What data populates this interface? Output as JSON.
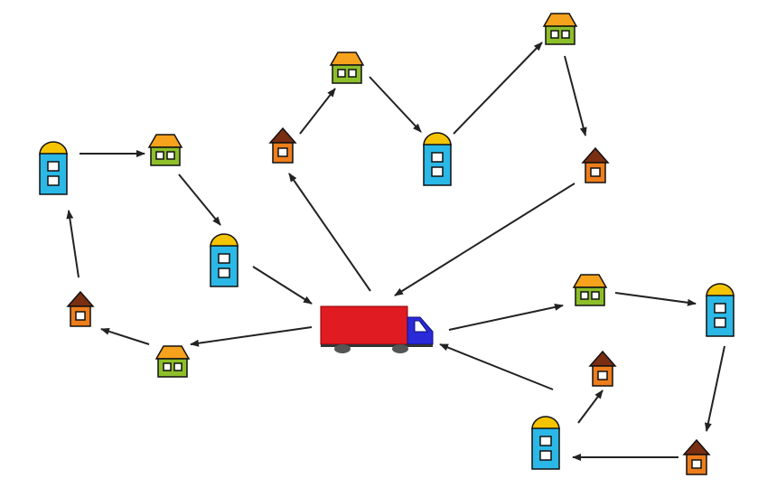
{
  "colors": {
    "background": "#ffffff",
    "arrow": "#222222",
    "truck_cargo": "#e11b22",
    "truck_cab": "#2a2ad8",
    "truck_wheel": "#555555",
    "tower_body": "#2bb8e6",
    "tower_dome": "#f5c400",
    "green_house_body": "#8dbf2a",
    "green_house_roof": "#f7a21c",
    "orange_house_body": "#ee7d1c",
    "orange_house_roof": "#7a2e12",
    "window_fill": "#ffffff",
    "outline": "#111111"
  },
  "depot": {
    "type": "delivery-truck",
    "icon": "truck-icon"
  },
  "node_types": {
    "tower": "tall-building-icon",
    "green_house": "green-house-icon",
    "orange_house": "small-house-icon"
  },
  "nodes": [
    {
      "id": "w1",
      "kind": "tower"
    },
    {
      "id": "w2",
      "kind": "green_house"
    },
    {
      "id": "w3",
      "kind": "tower"
    },
    {
      "id": "w4",
      "kind": "green_house"
    },
    {
      "id": "w5",
      "kind": "orange_house"
    },
    {
      "id": "t1",
      "kind": "orange_house"
    },
    {
      "id": "t2",
      "kind": "green_house"
    },
    {
      "id": "t3",
      "kind": "tower"
    },
    {
      "id": "t4",
      "kind": "green_house"
    },
    {
      "id": "t5",
      "kind": "orange_house"
    },
    {
      "id": "r1",
      "kind": "green_house"
    },
    {
      "id": "r2",
      "kind": "tower"
    },
    {
      "id": "r3",
      "kind": "orange_house"
    },
    {
      "id": "r4",
      "kind": "tower"
    },
    {
      "id": "r5",
      "kind": "orange_house"
    }
  ],
  "routes": [
    {
      "name": "left-loop",
      "path": [
        "depot",
        "w4",
        "w5",
        "w1",
        "w2",
        "w3",
        "depot"
      ]
    },
    {
      "name": "top-loop",
      "path": [
        "depot",
        "t1",
        "t2",
        "t3",
        "t4",
        "t5",
        "depot"
      ]
    },
    {
      "name": "right-loop",
      "path": [
        "depot",
        "r1",
        "r2",
        "r3",
        "r4",
        "r5",
        "depot"
      ]
    }
  ]
}
